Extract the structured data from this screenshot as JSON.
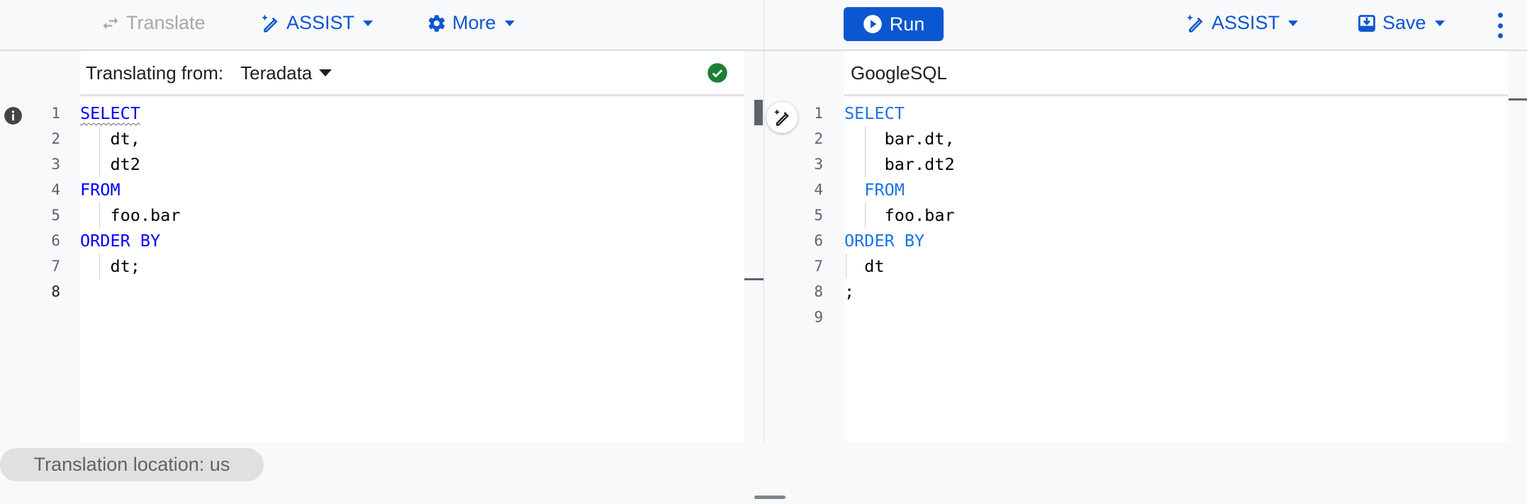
{
  "left_toolbar": {
    "translate": "Translate",
    "assist": "ASSIST",
    "more": "More"
  },
  "right_toolbar": {
    "run": "Run",
    "assist": "ASSIST",
    "save": "Save"
  },
  "source": {
    "label": "Translating from:",
    "dialect": "Teradata",
    "status": "valid"
  },
  "target": {
    "dialect": "GoogleSQL"
  },
  "left_editor": {
    "lines": [
      {
        "n": "1",
        "tokens": [
          {
            "t": "SELECT",
            "kw": true,
            "squiggle": true
          }
        ]
      },
      {
        "n": "2",
        "guide": true,
        "tokens": [
          {
            "t": "   dt,"
          }
        ]
      },
      {
        "n": "3",
        "guide": true,
        "tokens": [
          {
            "t": "   dt2"
          }
        ]
      },
      {
        "n": "4",
        "tokens": [
          {
            "t": "FROM",
            "kw": true
          }
        ]
      },
      {
        "n": "5",
        "guide": true,
        "tokens": [
          {
            "t": "   foo.bar"
          }
        ]
      },
      {
        "n": "6",
        "tokens": [
          {
            "t": "ORDER BY",
            "kw": true
          }
        ]
      },
      {
        "n": "7",
        "guide": true,
        "tokens": [
          {
            "t": "   dt;"
          }
        ]
      },
      {
        "n": "8",
        "current": true,
        "tokens": []
      }
    ]
  },
  "right_editor": {
    "lines": [
      {
        "n": "1",
        "tokens": [
          {
            "t": "SELECT",
            "kw": true
          }
        ]
      },
      {
        "n": "2",
        "guide": true,
        "tokens": [
          {
            "t": "    bar.dt,"
          }
        ]
      },
      {
        "n": "3",
        "guide": true,
        "tokens": [
          {
            "t": "    bar.dt2"
          }
        ]
      },
      {
        "n": "4",
        "tokens": [
          {
            "t": "  "
          },
          {
            "t": "FROM",
            "kw": true
          }
        ]
      },
      {
        "n": "5",
        "guide": true,
        "tokens": [
          {
            "t": "    foo.bar"
          }
        ]
      },
      {
        "n": "6",
        "tokens": [
          {
            "t": "ORDER BY",
            "kw": true
          }
        ]
      },
      {
        "n": "7",
        "guide0": true,
        "tokens": [
          {
            "t": "  dt"
          }
        ]
      },
      {
        "n": "8",
        "tokens": [
          {
            "t": ";"
          }
        ]
      },
      {
        "n": "9",
        "tokens": []
      }
    ]
  },
  "footer": {
    "location": "Translation location: us"
  },
  "colors": {
    "accent": "#0b57d0",
    "keyword_source": "#0000ff",
    "keyword_target": "#1a73e8",
    "success": "#188038"
  }
}
